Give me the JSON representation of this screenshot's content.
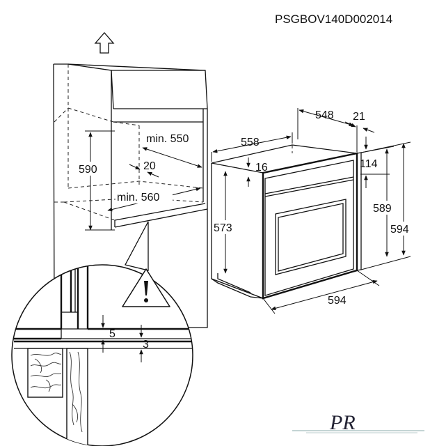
{
  "doc_code": "PSGBOV140D002014",
  "dimensions": {
    "niche_height": "590",
    "niche_depth_min": "min. 550",
    "niche_width_min": "min. 560",
    "shelf_offset": "20",
    "oven_depth_total": "558",
    "oven_body_depth": "548",
    "door_thickness": "21",
    "top_offset": "16",
    "panel_height": "114",
    "body_height": "573",
    "oven_height_inner": "589",
    "oven_height": "594",
    "oven_width": "594",
    "detail_gap": "5",
    "detail_step": "3"
  },
  "icons": {
    "up_arrow": "arrow-up-icon",
    "warning": "warning-triangle-icon",
    "logo": "pr-logo"
  },
  "logo_text": "PR"
}
